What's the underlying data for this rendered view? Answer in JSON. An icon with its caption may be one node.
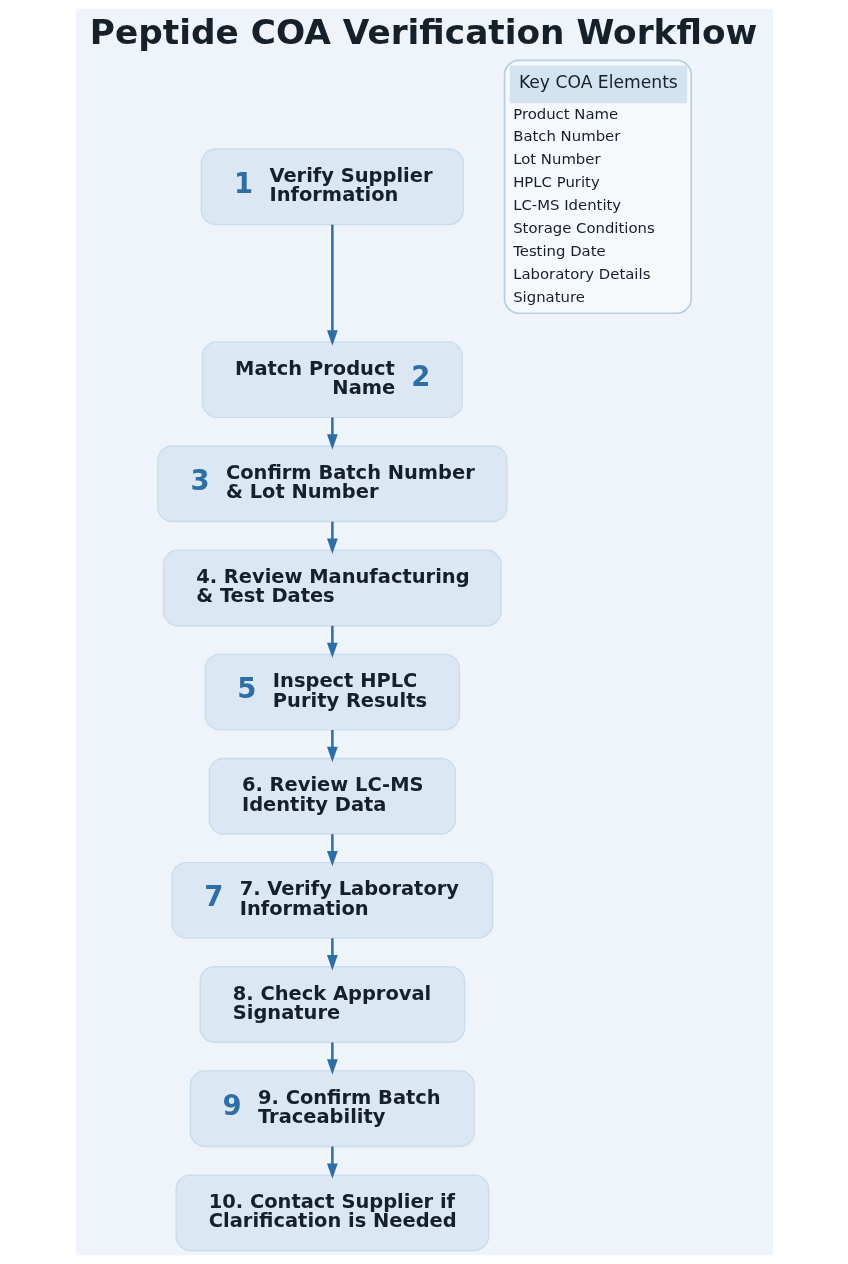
{
  "diagram": {
    "title": "Peptide COA Verification Workflow",
    "nodes": [
      {
        "text": [
          "1",
          "Verify Supplier Information"
        ]
      },
      {
        "text": [
          "Match Product Name",
          "2"
        ]
      },
      {
        "text": [
          "3",
          "Confirm Batch Number & Lot Number"
        ]
      },
      {
        "text": [
          "4. Review Manufacturing & Test Dates"
        ]
      },
      {
        "text": [
          "5",
          "Inspect HPLC Purity Results"
        ]
      },
      {
        "text": [
          "6. Review LC-MS Identity Data"
        ]
      },
      {
        "text": [
          "7",
          "7. Verify Laboratory Information"
        ]
      },
      {
        "text": [
          "8. Check Approval Signature"
        ]
      },
      {
        "text": [
          "9",
          "9. Confirm Batch Traceability"
        ]
      },
      {
        "text": [
          "10. Contact Supplier if Clarification is Needed"
        ]
      },
      {
        "text": [
          "Key COA Elements",
          "Product Name",
          "Batch Number",
          "Lot Number",
          "HPLC Purity",
          "LC-MS Identity",
          "Storage Conditions",
          "Testing Date",
          "Laboratory Details",
          "Signature"
        ]
      }
    ],
    "edges": [
      {
        "from": 0,
        "to": 1,
        "arrow": "to"
      },
      {
        "from": 1,
        "to": 2,
        "arrow": "to"
      },
      {
        "from": 2,
        "to": 3,
        "arrow": "to"
      },
      {
        "from": 3,
        "to": 4,
        "arrow": "to"
      },
      {
        "from": 4,
        "to": 5,
        "arrow": "to"
      },
      {
        "from": 5,
        "to": 6,
        "arrow": "to"
      },
      {
        "from": 6,
        "to": 7,
        "arrow": "to"
      },
      {
        "from": 7,
        "to": 8,
        "arrow": "to"
      },
      {
        "from": 8,
        "to": 9,
        "arrow": "to"
      }
    ]
  }
}
